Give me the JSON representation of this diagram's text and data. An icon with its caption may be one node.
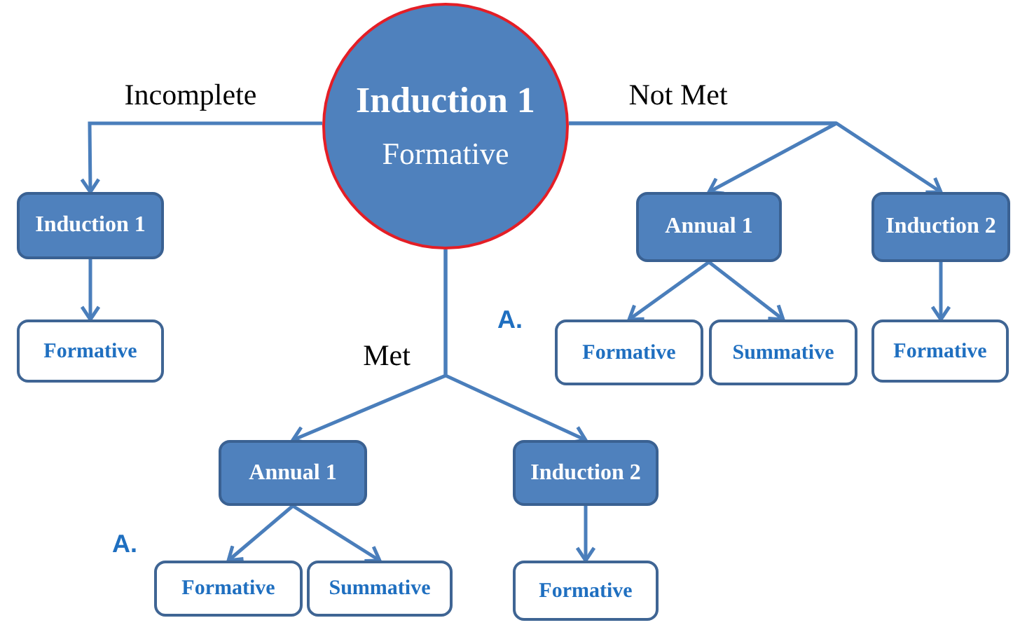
{
  "diagram": {
    "nodes": [
      {
        "text": [
          "Induction 1",
          "Formative"
        ]
      },
      {
        "text": [
          "Induction 1"
        ]
      },
      {
        "text": [
          "Formative"
        ]
      },
      {
        "text": [
          "Annual 1"
        ]
      },
      {
        "text": [
          "Induction 2"
        ]
      },
      {
        "text": [
          "Formative"
        ]
      },
      {
        "text": [
          "Summative"
        ]
      },
      {
        "text": [
          "Formative"
        ]
      },
      {
        "text": [
          "Annual 1"
        ]
      },
      {
        "text": [
          "Induction 2"
        ]
      },
      {
        "text": [
          "Formative"
        ]
      },
      {
        "text": [
          "Summative"
        ]
      },
      {
        "text": [
          "Formative"
        ]
      }
    ],
    "edges": [
      {
        "from": 0,
        "to": 1,
        "arrow": "to",
        "label": "Incomplete"
      },
      {
        "from": 1,
        "to": 2,
        "arrow": "to"
      },
      {
        "from": 0,
        "to": 3,
        "arrow": "to",
        "label": "Not Met"
      },
      {
        "from": 0,
        "to": 4,
        "arrow": "to"
      },
      {
        "from": 3,
        "to": 5,
        "arrow": "to"
      },
      {
        "from": 3,
        "to": 6,
        "arrow": "to"
      },
      {
        "from": 4,
        "to": 7,
        "arrow": "to"
      },
      {
        "from": 0,
        "to": 8,
        "arrow": "to",
        "label": "Met"
      },
      {
        "from": 0,
        "to": 9,
        "arrow": "to"
      },
      {
        "from": 8,
        "to": 10,
        "arrow": "to"
      },
      {
        "from": 8,
        "to": 11,
        "arrow": "to"
      },
      {
        "from": 9,
        "to": 12,
        "arrow": "to"
      }
    ],
    "labels": [
      "A.",
      "A."
    ]
  }
}
